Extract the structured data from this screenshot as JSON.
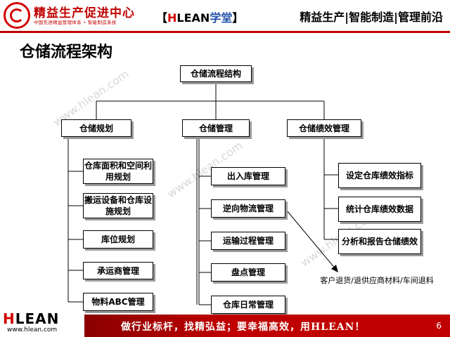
{
  "header": {
    "logo_name": "精益生产促进中心",
    "logo_subtitle": "中国先进精益管理体系 • 智能制造系统",
    "brand_open": "【",
    "brand_h": "H",
    "brand_lean": "LEAN",
    "brand_xt": "学堂",
    "brand_close": "】",
    "tagline": "精益生产|智能制造|管理前沿",
    "accent_color": "#c00000"
  },
  "title": "仓储流程架构",
  "watermark": "www.hlean.com",
  "diagram": {
    "root": "仓储流程结构",
    "branches": [
      {
        "label": "仓储规划",
        "children": [
          "仓库面积和空间利用规划",
          "搬运设备和仓库设施规划",
          "库位规划",
          "承运商管理",
          "物料ABC管理"
        ]
      },
      {
        "label": "仓储管理",
        "children": [
          "出入库管理",
          "逆向物流管理",
          "运输过程管理",
          "盘点管理",
          "仓库日常管理"
        ]
      },
      {
        "label": "仓储绩效管理",
        "children": [
          "设定仓库绩效指标",
          "统计仓库绩效数据",
          "分析和报告仓储绩效"
        ]
      }
    ],
    "note": "客户退货/退供应商材料/车间退料"
  },
  "footer": {
    "logo_h": "H",
    "logo_lean": "LEAN",
    "url": "www.hlean.com",
    "slogan": "做行业标杆，找精弘益；要幸福高效，用HLEAN！",
    "page_number": "6"
  }
}
